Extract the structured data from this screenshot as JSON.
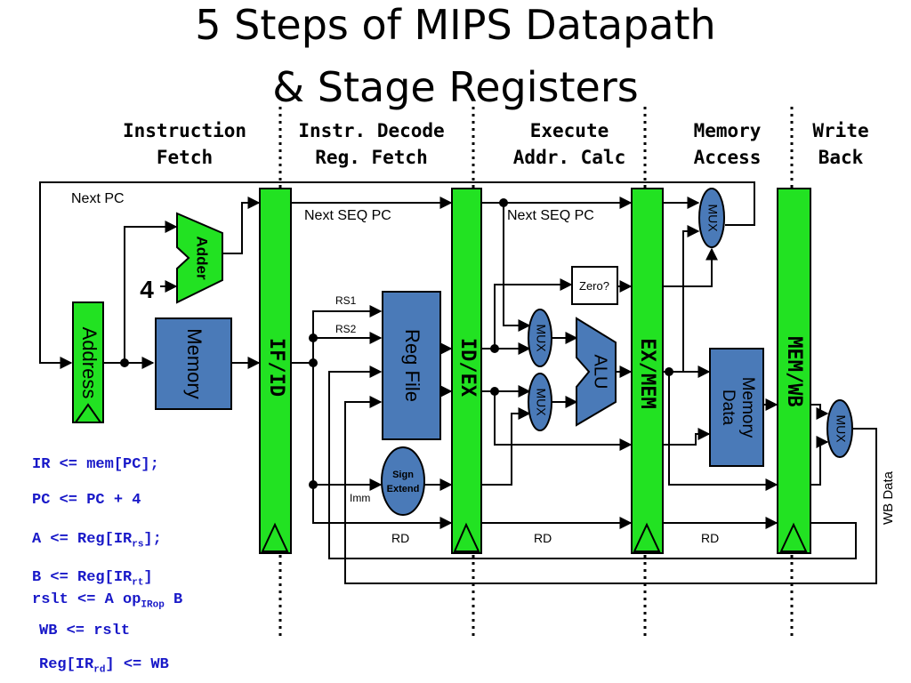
{
  "title": {
    "line1": "5 Steps of MIPS Datapath",
    "line2": "& Stage Registers"
  },
  "stages": [
    {
      "line1": "Instruction",
      "line2": "Fetch"
    },
    {
      "line1": "Instr. Decode",
      "line2": "Reg. Fetch"
    },
    {
      "line1": "Execute",
      "line2": "Addr. Calc"
    },
    {
      "line1": "Memory",
      "line2": "Access"
    },
    {
      "line1": "Write",
      "line2": "Back"
    }
  ],
  "pipeline_registers": [
    "IF/ID",
    "ID/EX",
    "EX/MEM",
    "MEM/WB"
  ],
  "components": {
    "address": "Address",
    "instruction_memory": "Memory",
    "adder": "Adder",
    "constant_four": "4",
    "reg_file": "Reg File",
    "sign_extend_line1": "Sign",
    "sign_extend_line2": "Extend",
    "alu": "ALU",
    "zero": "Zero?",
    "data_memory_line1": "Data",
    "data_memory_line2": "Memory",
    "mux": "MUX"
  },
  "signals": {
    "next_pc": "Next PC",
    "next_seq_pc": "Next SEQ PC",
    "rs1": "RS1",
    "rs2": "RS2",
    "imm": "Imm",
    "rd": "RD",
    "wb_data": "WB Data"
  },
  "code": {
    "l1": "IR <= mem[PC];",
    "l2": "PC <= PC + 4",
    "l3_pre": "A <= Reg[IR",
    "l3_sub": "rs",
    "l3_post": "];",
    "l4_pre": "B <= Reg[IR",
    "l4_sub": "rt",
    "l4_post": "]",
    "l5_pre": "rslt <= A op",
    "l5_sub": "IRop",
    "l5_post": " B",
    "l6": "WB <= rslt",
    "l7_pre": "Reg[IR",
    "l7_sub": "rd",
    "l7_post": "] <= WB"
  },
  "colors": {
    "pipeline_register": "#22e222",
    "functional_unit": "#4a7ab8",
    "code_text": "#1818c8"
  }
}
